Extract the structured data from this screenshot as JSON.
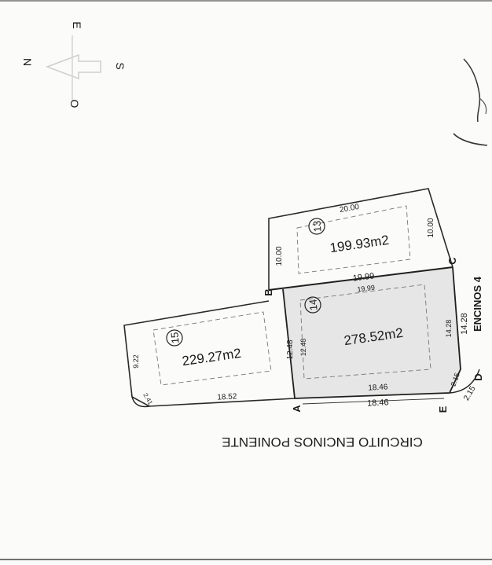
{
  "compass": {
    "north": "N",
    "east": "E",
    "south": "S",
    "west": "O"
  },
  "street": {
    "name": "CIRCUITO ENCINOS PONIENTE"
  },
  "side_street": {
    "name": "ENCINOS 4"
  },
  "lots": [
    {
      "id": "13",
      "area": "199.93m2"
    },
    {
      "id": "14",
      "area": "278.52m2"
    },
    {
      "id": "15",
      "area": "229.27m2"
    }
  ],
  "vertices": {
    "a": "A",
    "b": "B",
    "c": "C",
    "d": "D",
    "e": "E"
  },
  "dims": {
    "lot13_top": "20.00",
    "lot13_left": "10.00",
    "lot13_right": "10.00",
    "lot14_top_outer": "19.99",
    "lot14_top_inner": "19.99",
    "lot14_left_outer": "12.48",
    "lot14_left_inner": "12.48",
    "lot14_right_inner": "14.28",
    "lot14_right_outer": "14.28",
    "lot14_bottom_inner": "18.46",
    "lot14_bottom_outer": "18.46",
    "corner_inner": "2.15",
    "corner_outer": "2.15",
    "lot15_left": "9.22",
    "lot15_bottom": "18.52",
    "lot15_corner": "2.41"
  }
}
